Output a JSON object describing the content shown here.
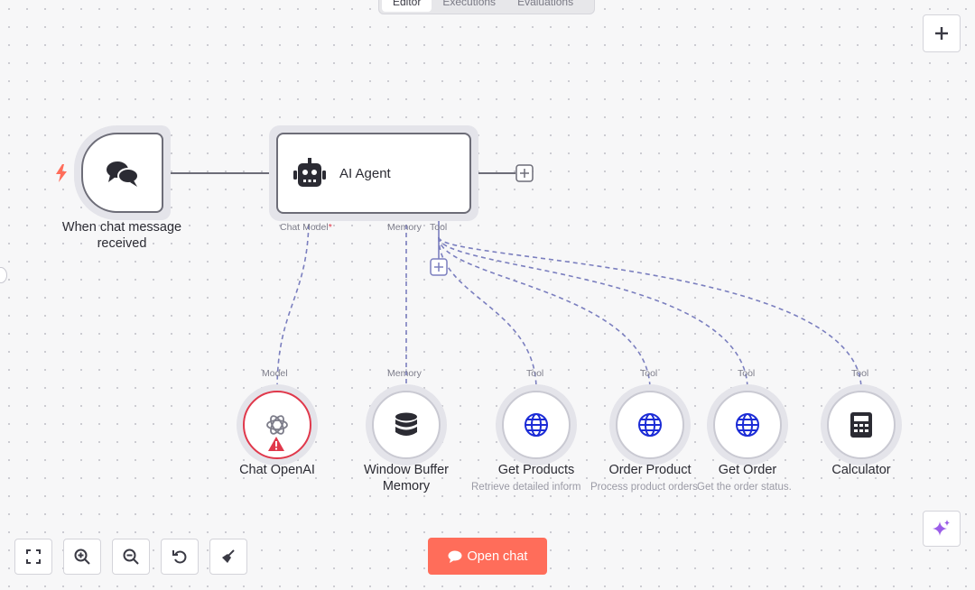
{
  "tabs": [
    {
      "label": "Editor",
      "active": true
    },
    {
      "label": "Executions",
      "active": false
    },
    {
      "label": "Evaluations",
      "active": false
    }
  ],
  "colors": {
    "accent": "#ff6d5a",
    "handle": "#7b7fbf",
    "error": "#e0384b",
    "globe": "#1b2bd6",
    "sparkle": "#9b5ee8"
  },
  "trigger": {
    "icon": "chat-bubbles-icon",
    "label_line1": "When chat message",
    "label_line2": "received"
  },
  "agent": {
    "icon": "robot-icon",
    "title": "AI Agent",
    "handles": {
      "chat_model": "Chat Model",
      "chat_model_required": "*",
      "memory": "Memory",
      "tool": "Tool"
    }
  },
  "sub_nodes": [
    {
      "id": "chat-openai",
      "type_label": "Model",
      "name_line1": "Chat OpenAI",
      "name_line2": "",
      "description": "",
      "icon": "openai-icon",
      "error": true
    },
    {
      "id": "window-buffer-memory",
      "type_label": "Memory",
      "name_line1": "Window Buffer",
      "name_line2": "Memory",
      "description": "",
      "icon": "database-icon",
      "error": false
    },
    {
      "id": "get-products",
      "type_label": "Tool",
      "name_line1": "Get Products",
      "name_line2": "",
      "description": "Retrieve detailed inform",
      "icon": "globe-icon",
      "error": false
    },
    {
      "id": "order-product",
      "type_label": "Tool",
      "name_line1": "Order Product",
      "name_line2": "",
      "description": "Process product orders",
      "icon": "globe-icon",
      "error": false
    },
    {
      "id": "get-order",
      "type_label": "Tool",
      "name_line1": "Get Order",
      "name_line2": "",
      "description": "Get the order status.",
      "icon": "globe-icon",
      "error": false
    },
    {
      "id": "calculator",
      "type_label": "Tool",
      "name_line1": "Calculator",
      "name_line2": "",
      "description": "",
      "icon": "calculator-icon",
      "error": false
    }
  ],
  "controls": {
    "zoom_to_fit": "fullscreen-icon",
    "zoom_in": "zoom-in-icon",
    "zoom_out": "zoom-out-icon",
    "reset": "undo-icon",
    "clear": "broom-icon",
    "add_node": "plus-icon",
    "ai_assistant": "sparkle-icon"
  },
  "open_chat_label": "Open chat"
}
